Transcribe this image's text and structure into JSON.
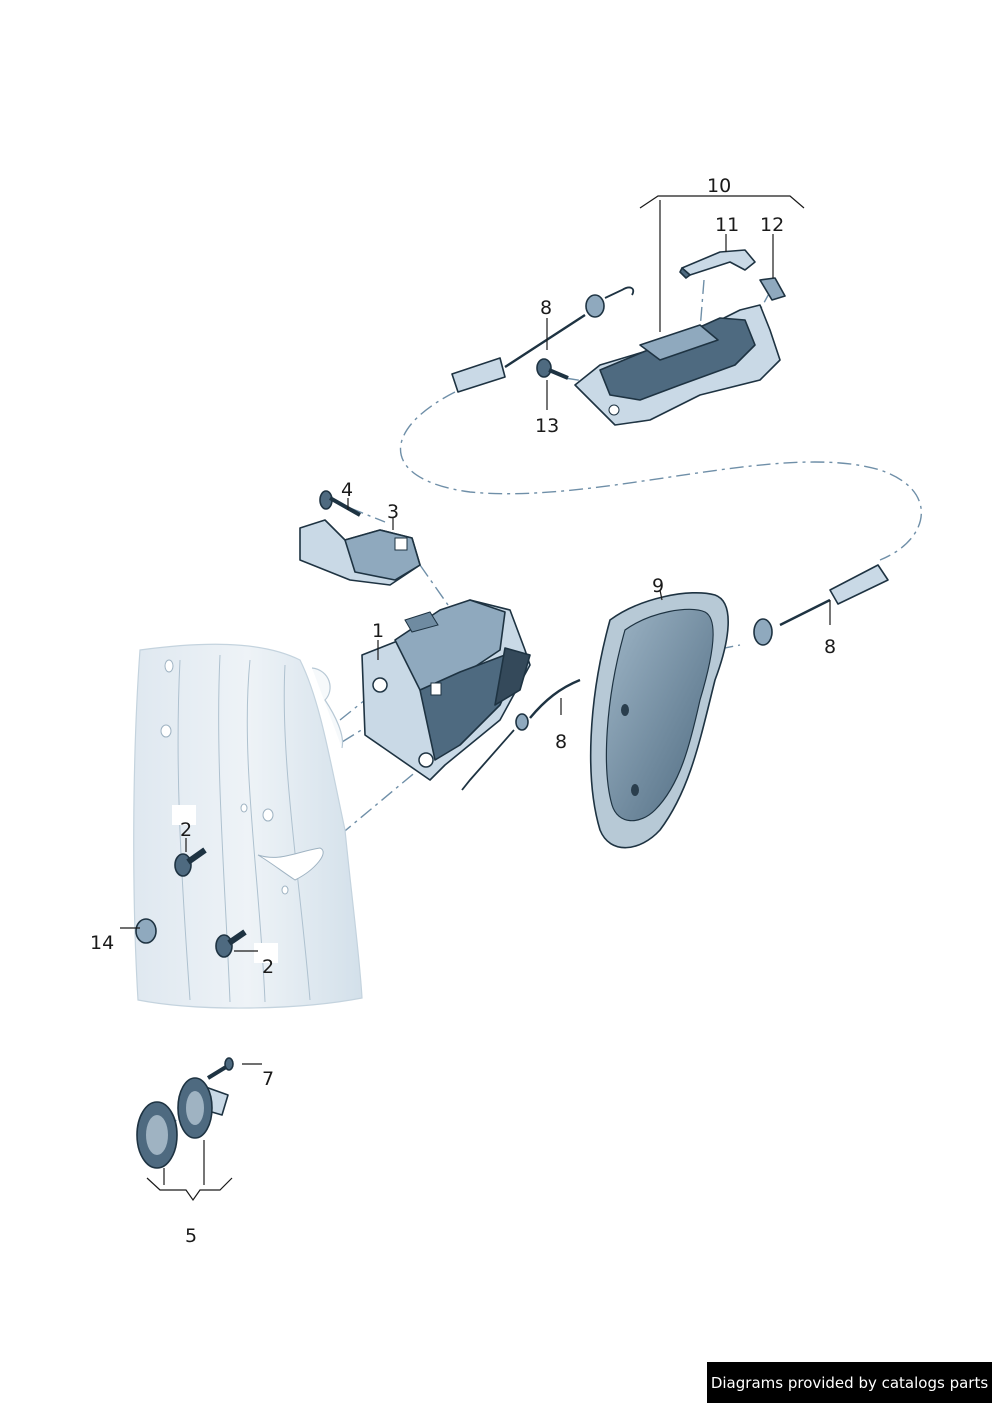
{
  "callouts": {
    "c1": "1",
    "c2a": "2",
    "c2b": "2",
    "c3": "3",
    "c4": "4",
    "c5": "5",
    "c7": "7",
    "c8a": "8",
    "c8b": "8",
    "c8c": "8",
    "c9": "9",
    "c10": "10",
    "c11": "11",
    "c12": "12",
    "c13": "13",
    "c14": "14"
  },
  "footer": {
    "text": "Diagrams provided by catalogs parts"
  },
  "colors": {
    "part_light": "#c9d9e6",
    "part_mid": "#8fa9be",
    "part_dark": "#4e6a80",
    "outline": "#1e3342",
    "dashed_line": "#6f8fa8"
  }
}
